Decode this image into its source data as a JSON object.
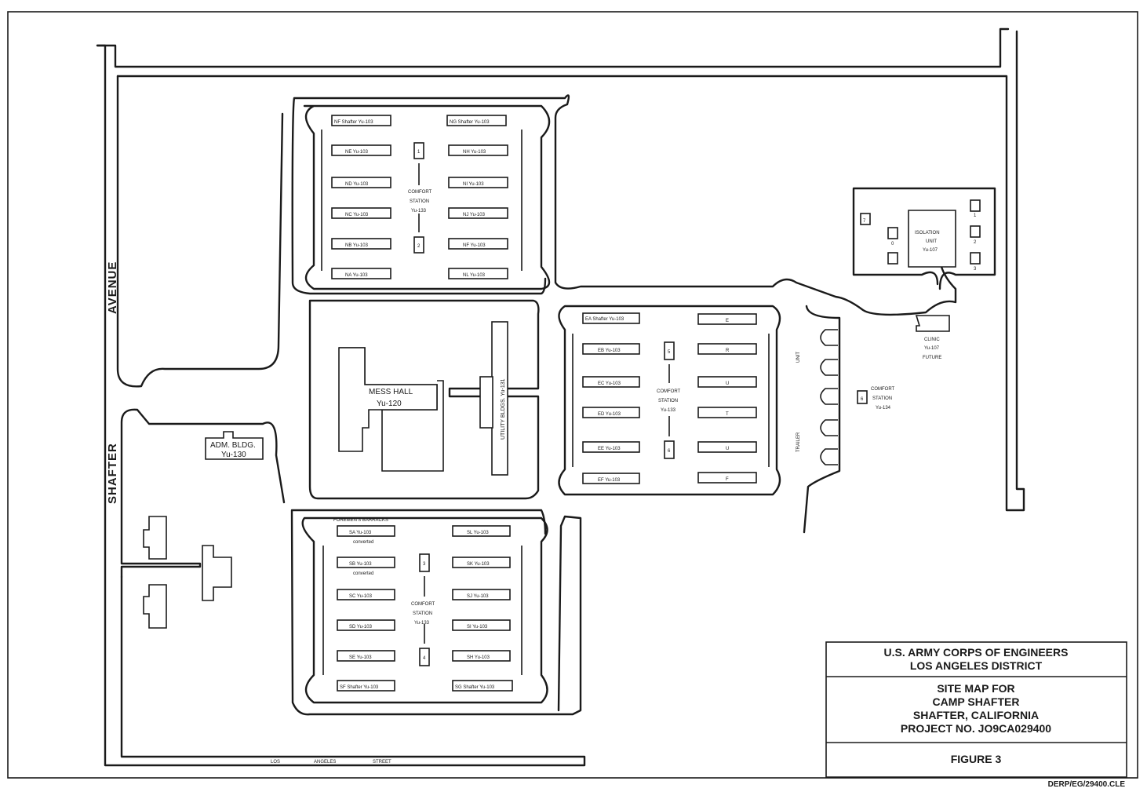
{
  "streets": {
    "avenue": "AVENUE",
    "shafter": "SHAFTER",
    "los": "LOS",
    "angeles": "ANGELES",
    "street": "STREET"
  },
  "north_block": {
    "top_left": "NF Shafter Yu-103",
    "top_right": "NG Shafter Yu-103",
    "left": [
      "NE Yu-103",
      "ND Yu-103",
      "NC Yu-103",
      "NB Yu-103",
      "NA Yu-103"
    ],
    "right": [
      "NH Yu-103",
      "NI Yu-103",
      "NJ Yu-103",
      "NF Yu-103",
      "NL Yu-103"
    ],
    "station_1": "1",
    "station_2": "2",
    "comfort": [
      "COMFORT",
      "STATION",
      "Yu-133"
    ]
  },
  "center_block": {
    "mess_hall": [
      "MESS HALL",
      "Yu-120"
    ],
    "utility": "UTILITY BLDGS. Yu-131"
  },
  "admin": [
    "ADM. BLDG.",
    "Yu-130"
  ],
  "east_block": {
    "top_left": "EA Shafter Yu-103",
    "left": [
      "EB Yu-103",
      "EC Yu-103",
      "ED Yu-103",
      "EE Yu-103",
      "EF Yu-103"
    ],
    "right": [
      "E",
      "R",
      "U",
      "T",
      "U",
      "F"
    ],
    "station_5": "5",
    "station_6": "6",
    "comfort": [
      "COMFORT",
      "STATION",
      "Yu-133"
    ],
    "unit": "UNIT",
    "trailer": "TRAILER"
  },
  "south_block": {
    "header": "FOREMEN'S BARRACKS",
    "left": [
      "SA Yu-103",
      "SB Yu-103",
      "SC Yu-103",
      "SD Yu-103",
      "SE Yu-103"
    ],
    "converted": "converted",
    "right": [
      "SL Yu-103",
      "SK Yu-103",
      "SJ Yu-103",
      "SI Yu-103",
      "SH Yu-103"
    ],
    "bottom_left": "SF Shafter Yu-103",
    "bottom_right": "SG Shafter Yu-103",
    "station_3": "3",
    "station_4": "4",
    "comfort": [
      "COMFORT",
      "STATION",
      "Yu-133"
    ]
  },
  "isolation": {
    "unit": [
      "ISOLATION",
      "UNIT",
      "Yu-107"
    ],
    "labels": [
      "7",
      "1",
      "2",
      "3",
      "0"
    ],
    "clinic": [
      "CLINIC",
      "Yu-107",
      "FUTURE"
    ]
  },
  "comfort_station_134": {
    "num": "6",
    "lines": [
      "COMFORT",
      "STATION",
      "Yu-134"
    ]
  },
  "title_block": {
    "org1": "U.S. ARMY CORPS OF ENGINEERS",
    "org2": "LOS ANGELES DISTRICT",
    "site1": "SITE MAP FOR",
    "site2": "CAMP SHAFTER",
    "site3": "SHAFTER, CALIFORNIA",
    "project": "PROJECT NO. JO9CA029400",
    "figure": "FIGURE 3"
  },
  "reference": "DERP/EG/29400.CLE"
}
